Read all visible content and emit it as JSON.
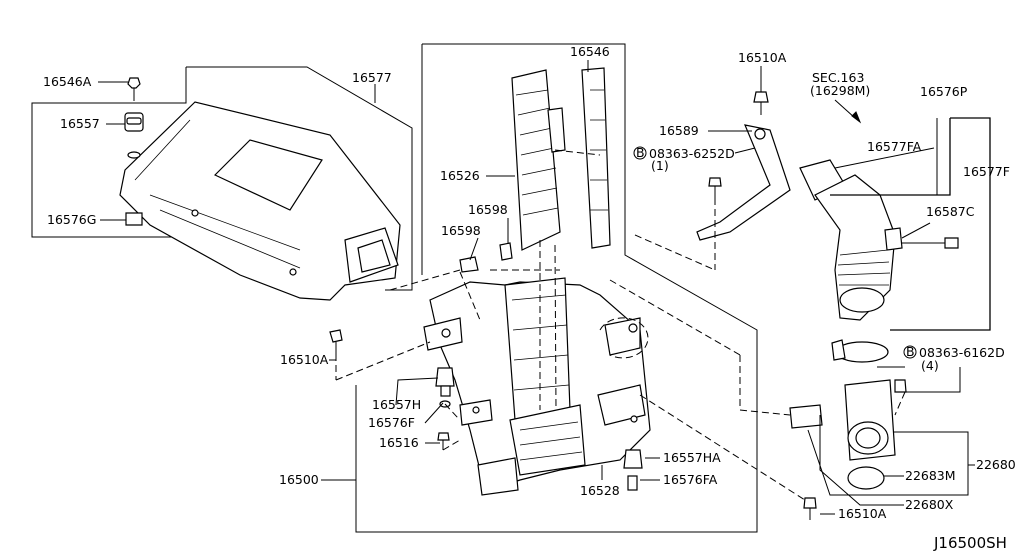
{
  "diagram": {
    "drawing_ref": "J16500SH",
    "sec_ref": {
      "line1": "SEC.163",
      "line2": "(16298M)"
    },
    "labels": {
      "p16546A": "16546A",
      "p16577": "16577",
      "p16557": "16557",
      "p16576G": "16576G",
      "p16546": "16546",
      "p16526": "16526",
      "p16598a": "16598",
      "p16598b": "16598",
      "p16510A_top": "16510A",
      "p16589": "16589",
      "bolt_6252": "08363-6252D",
      "bolt_6252_qty": "(1)",
      "p16576P": "16576P",
      "p16577FA": "16577FA",
      "p16577F": "16577F",
      "p16587C": "16587C",
      "p16510A_left": "16510A",
      "bolt_6162": "08363-6162D",
      "bolt_6162_qty": "(4)",
      "p16557H": "16557H",
      "p16576F": "16576F",
      "p16516": "16516",
      "p16557HA": "16557HA",
      "p16500": "16500",
      "p16528": "16528",
      "p16576FA": "16576FA",
      "p22683M": "22683M",
      "p22680": "22680",
      "p22680X": "22680X",
      "p16510A_bottom": "16510A"
    },
    "bolt_symbol": "B"
  }
}
